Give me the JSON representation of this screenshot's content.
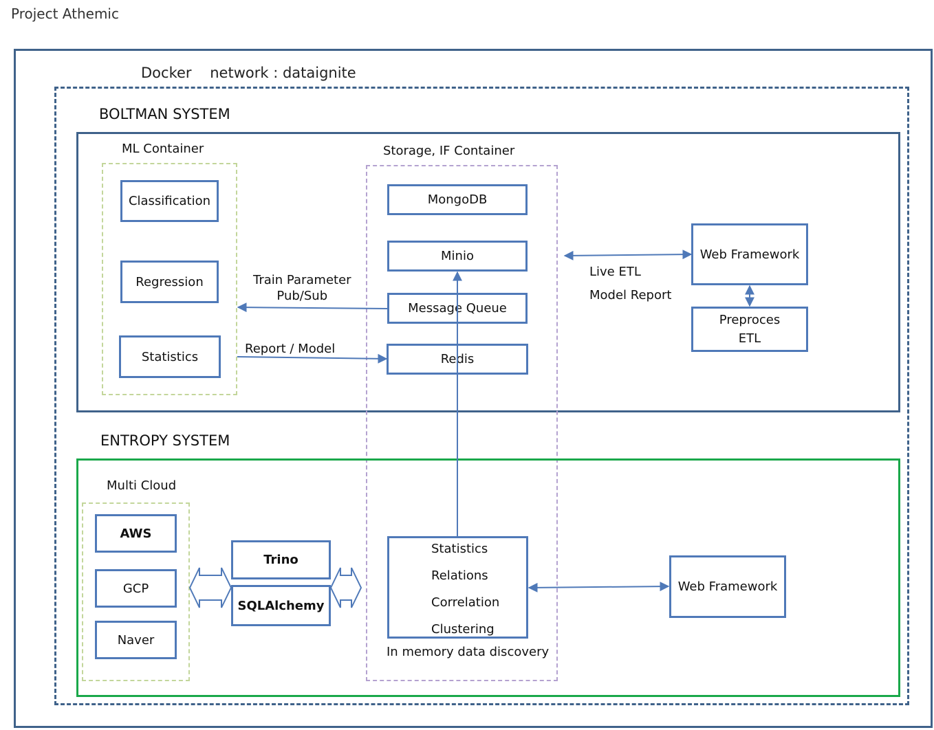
{
  "project_title": "Project Athemic",
  "docker_label": "Docker    network : dataignite",
  "boltman": {
    "title": "BOLTMAN SYSTEM",
    "ml_container": {
      "label": "ML Container",
      "items": [
        "Classification",
        "Regression",
        "Statistics"
      ]
    },
    "storage_container": {
      "label": "Storage, IF Container",
      "items": [
        "MongoDB",
        "Minio",
        "Message Queue",
        "Redis"
      ]
    },
    "edge_train": "Train Parameter\nPub/Sub",
    "edge_report": "Report / Model",
    "edge_live_etl": "Live ETL",
    "edge_model_report": "Model Report",
    "web_framework": "Web Framework",
    "preprocess": "Preproces\nETL"
  },
  "entropy": {
    "title": "ENTROPY SYSTEM",
    "multi_cloud": {
      "label": "Multi Cloud",
      "items": [
        "AWS",
        "GCP",
        "Naver"
      ]
    },
    "trino": "Trino",
    "sqlalchemy": "SQLAlchemy",
    "discovery_items": [
      "Statistics",
      "Relations",
      "Correlation",
      "Clustering"
    ],
    "discovery_caption": "In memory data discovery",
    "web_framework": "Web Framework"
  },
  "colors": {
    "outer_border": "#3f628a",
    "box_border": "#4f79b8",
    "entropy_border": "#1aa84a",
    "ml_dashed": "#c3d69b",
    "storage_dashed": "#b4a2d0",
    "arrow": "#4f79b8"
  }
}
